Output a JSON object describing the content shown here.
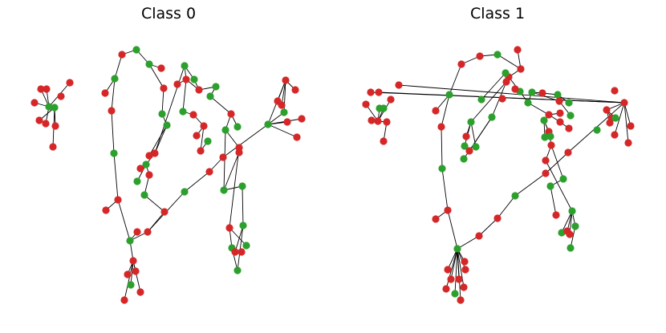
{
  "colors": {
    "red": "#d62728",
    "green": "#2ca02c",
    "edge": "#000000"
  },
  "panels": [
    {
      "title": "Class 0",
      "nodes": [
        [
          "red",
          152,
          68
        ],
        [
          "green",
          170,
          62
        ],
        [
          "green",
          143,
          98
        ],
        [
          "red",
          131,
          116
        ],
        [
          "red",
          139,
          138
        ],
        [
          "green",
          142,
          191
        ],
        [
          "red",
          147,
          249
        ],
        [
          "red",
          132,
          262
        ],
        [
          "green",
          162,
          300
        ],
        [
          "red",
          171,
          289
        ],
        [
          "red",
          184,
          289
        ],
        [
          "red",
          166,
          325
        ],
        [
          "red",
          159,
          342
        ],
        [
          "red",
          169,
          338
        ],
        [
          "green",
          163,
          355
        ],
        [
          "red",
          175,
          364
        ],
        [
          "red",
          155,
          374
        ],
        [
          "green",
          186,
          80
        ],
        [
          "red",
          201,
          85
        ],
        [
          "red",
          204,
          110
        ],
        [
          "green",
          202,
          142
        ],
        [
          "green",
          208,
          156
        ],
        [
          "red",
          193,
          191
        ],
        [
          "red",
          186,
          194
        ],
        [
          "green",
          182,
          205
        ],
        [
          "red",
          175,
          210
        ],
        [
          "red",
          186,
          218
        ],
        [
          "green",
          171,
          226
        ],
        [
          "green",
          180,
          243
        ],
        [
          "red",
          205,
          264
        ],
        [
          "green",
          230,
          239
        ],
        [
          "red",
          261,
          214
        ],
        [
          "red",
          278,
          196
        ],
        [
          "green",
          230,
          82
        ],
        [
          "red",
          232,
          99
        ],
        [
          "green",
          242,
          99
        ],
        [
          "red",
          221,
          105
        ],
        [
          "red",
          248,
          112
        ],
        [
          "green",
          228,
          139
        ],
        [
          "green",
          269,
          108
        ],
        [
          "green",
          262,
          120
        ],
        [
          "red",
          241,
          143
        ],
        [
          "red",
          254,
          157
        ],
        [
          "red",
          288,
          142
        ],
        [
          "green",
          281,
          162
        ],
        [
          "green",
          296,
          158
        ],
        [
          "red",
          245,
          169
        ],
        [
          "red",
          250,
          188
        ],
        [
          "green",
          259,
          176
        ],
        [
          "red",
          298,
          184
        ],
        [
          "green",
          279,
          237
        ],
        [
          "red",
          298,
          190
        ],
        [
          "green",
          302,
          232
        ],
        [
          "green",
          303,
          281
        ],
        [
          "red",
          286,
          284
        ],
        [
          "green",
          289,
          309
        ],
        [
          "green",
          307,
          306
        ],
        [
          "red",
          293,
          314
        ],
        [
          "red",
          301,
          314
        ],
        [
          "green",
          296,
          337
        ],
        [
          "green",
          334,
          155
        ],
        [
          "red",
          356,
          100
        ],
        [
          "red",
          368,
          112
        ],
        [
          "red",
          346,
          126
        ],
        [
          "red",
          351,
          131
        ],
        [
          "green",
          354,
          140
        ],
        [
          "red",
          358,
          152
        ],
        [
          "red",
          376,
          148
        ],
        [
          "red",
          370,
          171
        ],
        [
          "red",
          87,
          103
        ],
        [
          "red",
          58,
          111
        ],
        [
          "red",
          51,
          111
        ],
        [
          "red",
          43,
          128
        ],
        [
          "red",
          76,
          120
        ],
        [
          "green",
          61,
          133
        ],
        [
          "green",
          68,
          134
        ],
        [
          "red",
          49,
          150
        ],
        [
          "red",
          57,
          154
        ],
        [
          "red",
          69,
          157
        ],
        [
          "red",
          66,
          183
        ]
      ],
      "edges": [
        [
          0,
          1
        ],
        [
          0,
          2
        ],
        [
          2,
          3
        ],
        [
          2,
          4
        ],
        [
          4,
          5
        ],
        [
          5,
          6
        ],
        [
          6,
          7
        ],
        [
          6,
          8
        ],
        [
          8,
          9
        ],
        [
          8,
          10
        ],
        [
          8,
          11
        ],
        [
          11,
          12
        ],
        [
          11,
          13
        ],
        [
          11,
          14
        ],
        [
          11,
          15
        ],
        [
          11,
          16
        ],
        [
          1,
          17
        ],
        [
          17,
          18
        ],
        [
          17,
          19
        ],
        [
          19,
          20
        ],
        [
          20,
          21
        ],
        [
          21,
          22
        ],
        [
          21,
          23
        ],
        [
          22,
          24
        ],
        [
          24,
          25
        ],
        [
          24,
          26
        ],
        [
          24,
          27
        ],
        [
          26,
          28
        ],
        [
          28,
          29
        ],
        [
          29,
          10
        ],
        [
          10,
          30
        ],
        [
          30,
          31
        ],
        [
          31,
          32
        ],
        [
          32,
          60
        ],
        [
          22,
          33
        ],
        [
          33,
          34
        ],
        [
          33,
          35
        ],
        [
          34,
          36
        ],
        [
          34,
          37
        ],
        [
          35,
          37
        ],
        [
          34,
          38
        ],
        [
          37,
          39
        ],
        [
          39,
          40
        ],
        [
          38,
          41
        ],
        [
          41,
          42
        ],
        [
          40,
          43
        ],
        [
          43,
          44
        ],
        [
          43,
          45
        ],
        [
          42,
          46
        ],
        [
          42,
          47
        ],
        [
          47,
          48
        ],
        [
          44,
          49
        ],
        [
          44,
          50
        ],
        [
          50,
          52
        ],
        [
          52,
          53
        ],
        [
          50,
          51
        ],
        [
          49,
          54
        ],
        [
          54,
          55
        ],
        [
          54,
          56
        ],
        [
          53,
          57
        ],
        [
          57,
          58
        ],
        [
          53,
          59
        ],
        [
          55,
          59
        ],
        [
          60,
          61
        ],
        [
          61,
          62
        ],
        [
          61,
          63
        ],
        [
          61,
          64
        ],
        [
          61,
          65
        ],
        [
          60,
          65
        ],
        [
          60,
          66
        ],
        [
          60,
          67
        ],
        [
          60,
          68
        ],
        [
          69,
          74
        ],
        [
          70,
          74
        ],
        [
          71,
          74
        ],
        [
          72,
          74
        ],
        [
          74,
          75
        ],
        [
          75,
          76
        ],
        [
          74,
          77
        ],
        [
          75,
          78
        ],
        [
          75,
          79
        ],
        [
          74,
          80
        ]
      ]
    },
    {
      "title": "Class 1",
      "nodes": [
        [
          "red",
          575,
          80
        ],
        [
          "green",
          620,
          68
        ],
        [
          "green",
          560,
          118
        ],
        [
          "red",
          543,
          138
        ],
        [
          "red",
          550,
          158
        ],
        [
          "green",
          551,
          210
        ],
        [
          "red",
          558,
          262
        ],
        [
          "red",
          543,
          273
        ],
        [
          "green",
          570,
          310
        ],
        [
          "red",
          579,
          326
        ],
        [
          "red",
          580,
          336
        ],
        [
          "red",
          558,
          336
        ],
        [
          "red",
          562,
          348
        ],
        [
          "red",
          572,
          348
        ],
        [
          "red",
          578,
          358
        ],
        [
          "red",
          556,
          360
        ],
        [
          "green",
          567,
          366
        ],
        [
          "red",
          574,
          374
        ],
        [
          "red",
          598,
          70
        ],
        [
          "red",
          645,
          62
        ],
        [
          "red",
          649,
          86
        ],
        [
          "red",
          634,
          96
        ],
        [
          "red",
          626,
          123
        ],
        [
          "green",
          630,
          91
        ],
        [
          "red",
          631,
          102
        ],
        [
          "green",
          600,
          124
        ],
        [
          "green",
          587,
          152
        ],
        [
          "green",
          613,
          146
        ],
        [
          "red",
          581,
          170
        ],
        [
          "green",
          579,
          182
        ],
        [
          "green",
          593,
          183
        ],
        [
          "red",
          585,
          188
        ],
        [
          "green",
          578,
          198
        ],
        [
          "red",
          597,
          294
        ],
        [
          "red",
          620,
          272
        ],
        [
          "green",
          642,
          244
        ],
        [
          "red",
          680,
          216
        ],
        [
          "red",
          708,
          190
        ],
        [
          "green",
          648,
          114
        ],
        [
          "red",
          642,
          111
        ],
        [
          "green",
          658,
          128
        ],
        [
          "green",
          663,
          115
        ],
        [
          "red",
          676,
          116
        ],
        [
          "green",
          695,
          118
        ],
        [
          "red",
          697,
          126
        ],
        [
          "green",
          709,
          128
        ],
        [
          "red",
          684,
          143
        ],
        [
          "red",
          698,
          141
        ],
        [
          "red",
          698,
          152
        ],
        [
          "green",
          711,
          144
        ],
        [
          "red",
          709,
          160
        ],
        [
          "green",
          678,
          150
        ],
        [
          "red",
          684,
          164
        ],
        [
          "green",
          686,
          170
        ],
        [
          "green",
          679,
          171
        ],
        [
          "red",
          687,
          181
        ],
        [
          "red",
          680,
          200
        ],
        [
          "green",
          702,
          223
        ],
        [
          "green",
          686,
          232
        ],
        [
          "red",
          693,
          268
        ],
        [
          "green",
          713,
          263
        ],
        [
          "green",
          700,
          290
        ],
        [
          "red",
          707,
          288
        ],
        [
          "red",
          710,
          292
        ],
        [
          "green",
          717,
          282
        ],
        [
          "green",
          711,
          309
        ],
        [
          "green",
          744,
          162
        ],
        [
          "red",
          766,
          113
        ],
        [
          "red",
          778,
          128
        ],
        [
          "red",
          756,
          137
        ],
        [
          "red",
          762,
          147
        ],
        [
          "green",
          767,
          147
        ],
        [
          "red",
          760,
          153
        ],
        [
          "red",
          786,
          157
        ],
        [
          "red",
          766,
          168
        ],
        [
          "red",
          783,
          178
        ],
        [
          "red",
          497,
          106
        ],
        [
          "red",
          472,
          115
        ],
        [
          "red",
          462,
          115
        ],
        [
          "red",
          456,
          130
        ],
        [
          "red",
          487,
          124
        ],
        [
          "green",
          473,
          135
        ],
        [
          "green",
          478,
          135
        ],
        [
          "red",
          463,
          150
        ],
        [
          "red",
          471,
          151
        ],
        [
          "red",
          482,
          152
        ],
        [
          "red",
          478,
          176
        ]
      ],
      "edges": [
        [
          0,
          2
        ],
        [
          0,
          18
        ],
        [
          18,
          1
        ],
        [
          1,
          20
        ],
        [
          2,
          3
        ],
        [
          2,
          4
        ],
        [
          4,
          5
        ],
        [
          5,
          6
        ],
        [
          6,
          7
        ],
        [
          6,
          8
        ],
        [
          8,
          9
        ],
        [
          8,
          10
        ],
        [
          8,
          11
        ],
        [
          8,
          12
        ],
        [
          8,
          13
        ],
        [
          8,
          14
        ],
        [
          8,
          15
        ],
        [
          8,
          16
        ],
        [
          8,
          17
        ],
        [
          8,
          33
        ],
        [
          20,
          19
        ],
        [
          20,
          21
        ],
        [
          21,
          23
        ],
        [
          21,
          24
        ],
        [
          23,
          25
        ],
        [
          24,
          26
        ],
        [
          24,
          27
        ],
        [
          26,
          28
        ],
        [
          26,
          29
        ],
        [
          26,
          30
        ],
        [
          27,
          31
        ],
        [
          27,
          32
        ],
        [
          33,
          34
        ],
        [
          34,
          35
        ],
        [
          35,
          36
        ],
        [
          36,
          37
        ],
        [
          37,
          68
        ],
        [
          21,
          38
        ],
        [
          38,
          39
        ],
        [
          38,
          40
        ],
        [
          40,
          41
        ],
        [
          41,
          42
        ],
        [
          42,
          43
        ],
        [
          41,
          44
        ],
        [
          43,
          45
        ],
        [
          40,
          46
        ],
        [
          46,
          47
        ],
        [
          46,
          48
        ],
        [
          44,
          49
        ],
        [
          48,
          50
        ],
        [
          46,
          51
        ],
        [
          51,
          52
        ],
        [
          51,
          53
        ],
        [
          51,
          54
        ],
        [
          52,
          55
        ],
        [
          55,
          56
        ],
        [
          55,
          57
        ],
        [
          57,
          58
        ],
        [
          58,
          59
        ],
        [
          56,
          60
        ],
        [
          60,
          61
        ],
        [
          60,
          62
        ],
        [
          60,
          63
        ],
        [
          60,
          64
        ],
        [
          64,
          65
        ],
        [
          62,
          63
        ],
        [
          68,
          69
        ],
        [
          69,
          70
        ],
        [
          69,
          71
        ],
        [
          69,
          72
        ],
        [
          68,
          73
        ],
        [
          68,
          74
        ],
        [
          68,
          75
        ],
        [
          68,
          76
        ],
        [
          68,
          77
        ],
        [
          68,
          78
        ],
        [
          79,
          84
        ],
        [
          80,
          84
        ],
        [
          81,
          84
        ],
        [
          82,
          84
        ],
        [
          84,
          85
        ],
        [
          85,
          86
        ],
        [
          84,
          87
        ],
        [
          85,
          88
        ],
        [
          85,
          89
        ],
        [
          84,
          90
        ]
      ]
    }
  ]
}
